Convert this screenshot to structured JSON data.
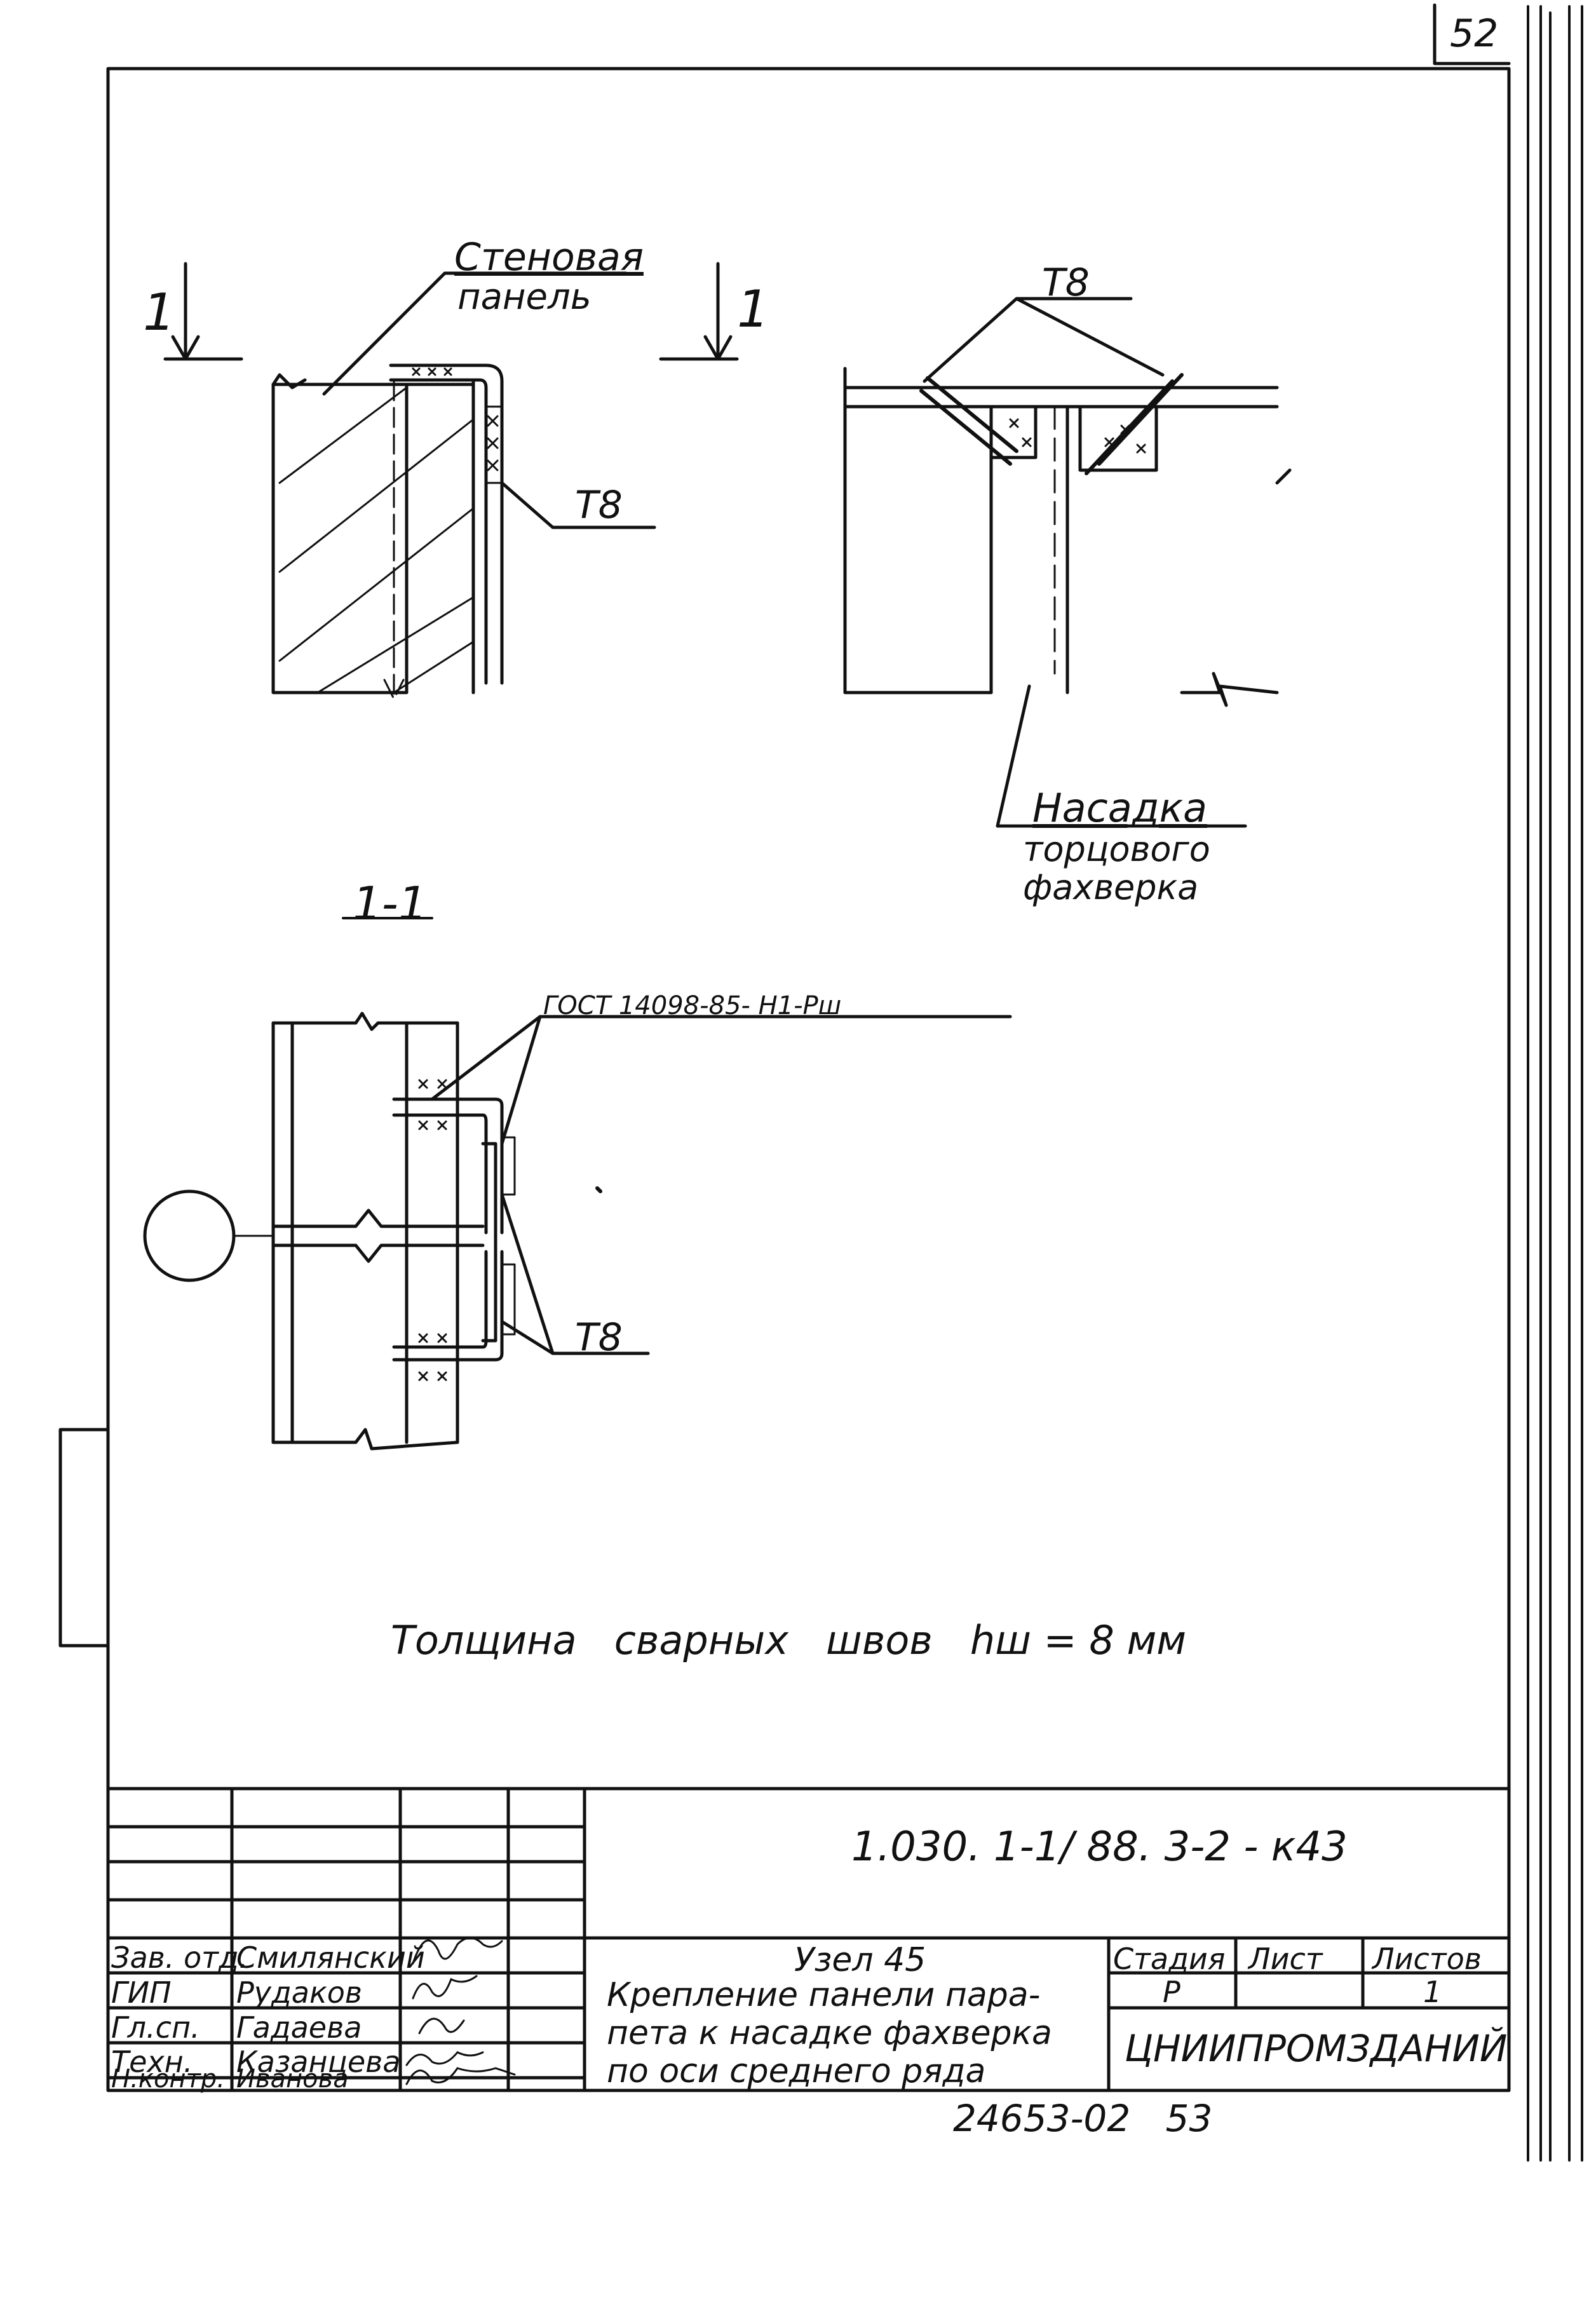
{
  "page_number": "52",
  "drawing": {
    "label_wall_panel_line1": "Стеновая",
    "label_wall_panel_line2": "панель",
    "section_mark_left": "1",
    "section_mark_right": "1",
    "label_t8_top_left": "Т8",
    "label_t8_top_right": "Т8",
    "label_nasadka_line1": "Насадка",
    "label_nasadka_line2": "торцового",
    "label_nasadka_line3": "фахверка",
    "section_title": "1-1",
    "label_gost": "ГОСТ 14098-85- Н1-Рш",
    "label_t8_bottom": "Т8",
    "note": "Толщина   сварных   швов   hш = 8 мм"
  },
  "title_block": {
    "doc_code": "1.030. 1-1/ 88. 3-2 - к43",
    "roles": [
      "Зав. отд.",
      "ГИП",
      "Гл.сп.",
      "Техн.",
      "Н.контр."
    ],
    "names": [
      "Смилянский",
      "Рудаков",
      "Гадаева",
      "Казанцева",
      "Иванова"
    ],
    "node_title": "Узел 45",
    "description_line1": "Крепление панели пара-",
    "description_line2": "пета к насадке фахверка",
    "description_line3": "по оси среднего ряда",
    "col_stage": "Стадия",
    "col_sheet": "Лист",
    "col_sheets": "Листов",
    "stage_value": "Р",
    "sheets_value": "1",
    "organization": "ЦНИИПРОМЗДАНИЙ"
  },
  "bottom_number": "24653-02   53"
}
